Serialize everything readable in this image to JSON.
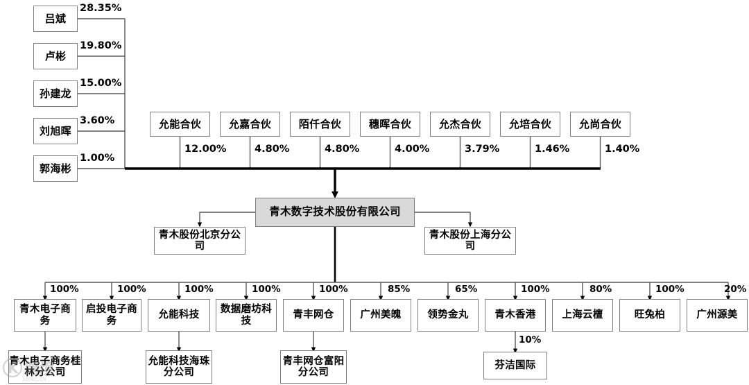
{
  "chart_data": {
    "type": "diagram",
    "title": "青木数字技术股份有限公司 股权结构图",
    "company": {
      "name": "青木数字技术股份有限公司"
    },
    "shareholders": [
      {
        "name": "吕斌",
        "percent": "28.35%"
      },
      {
        "name": "卢彬",
        "percent": "19.80%"
      },
      {
        "name": "孙建龙",
        "percent": "15.00%"
      },
      {
        "name": "刘旭晖",
        "percent": "3.60%"
      },
      {
        "name": "郭海彬",
        "percent": "1.00%"
      }
    ],
    "partnerships": [
      {
        "name": "允能合伙",
        "percent": "12.00%"
      },
      {
        "name": "允嘉合伙",
        "percent": "4.80%"
      },
      {
        "name": "陌仟合伙",
        "percent": "4.80%"
      },
      {
        "name": "穗晖合伙",
        "percent": "4.00%"
      },
      {
        "name": "允杰合伙",
        "percent": "3.79%"
      },
      {
        "name": "允培合伙",
        "percent": "1.46%"
      },
      {
        "name": "允尚合伙",
        "percent": "1.40%"
      }
    ],
    "branches": [
      {
        "name": "青木股份北京分公司",
        "side": "left"
      },
      {
        "name": "青木股份上海分公司",
        "side": "right"
      }
    ],
    "subsidiaries": [
      {
        "name": "青木电子商务",
        "percent": "100%",
        "child": {
          "name": "青木电子商务桂林分公司",
          "percent": null
        }
      },
      {
        "name": "启投电子商务",
        "percent": "100%",
        "child": null
      },
      {
        "name": "允能科技",
        "percent": "100%",
        "child": {
          "name": "允能科技海珠分公司",
          "percent": null
        }
      },
      {
        "name": "数据磨坊科技",
        "percent": "100%",
        "child": null
      },
      {
        "name": "青丰网仓",
        "percent": "100%",
        "child": {
          "name": "青丰网仓富阳分公司",
          "percent": null
        }
      },
      {
        "name": "广州美魄",
        "percent": "85%",
        "child": null
      },
      {
        "name": "领势金丸",
        "percent": "65%",
        "child": null
      },
      {
        "name": "青木香港",
        "percent": "100%",
        "child": {
          "name": "芬洁国际",
          "percent": "10%"
        }
      },
      {
        "name": "上海云檀",
        "percent": "80%",
        "child": null
      },
      {
        "name": "旺兔柏",
        "percent": "100%",
        "child": null
      },
      {
        "name": "广州源美",
        "percent": "20%",
        "child": null
      }
    ],
    "colors": {
      "company_fill": "#d9d9d9",
      "box_border": "#808080",
      "line": "#000000"
    }
  }
}
